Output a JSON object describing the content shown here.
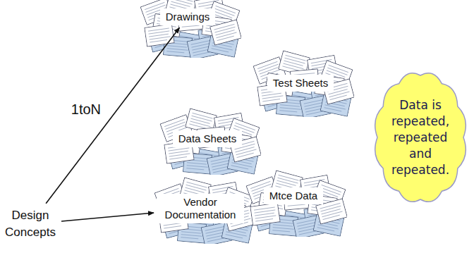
{
  "diagram": {
    "nodes": [
      {
        "text": [
          "Drawings"
        ]
      },
      {
        "text": [
          "Test Sheets"
        ]
      },
      {
        "text": [
          "Data Sheets"
        ]
      },
      {
        "text": [
          "Data is repeated, repeated and repeated."
        ]
      },
      {
        "text": [
          "Vendor Documentation"
        ]
      },
      {
        "text": [
          "Mtce Data"
        ]
      },
      {
        "text": [
          "Design Concepts"
        ]
      }
    ],
    "edges": [
      {
        "from": 6,
        "to": 0,
        "label": "1toN",
        "arrow": "to"
      },
      {
        "from": 6,
        "to": 4,
        "arrow": "to"
      }
    ]
  }
}
